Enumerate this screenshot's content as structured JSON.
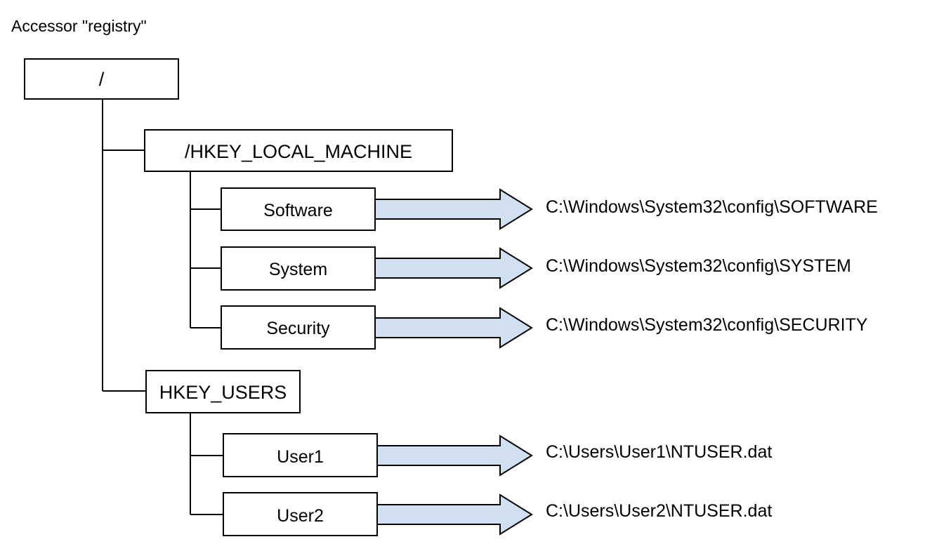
{
  "diagram": {
    "title": "Accessor \"registry\"",
    "root": {
      "label": "/"
    },
    "branches": [
      {
        "label": "/HKEY_LOCAL_MACHINE",
        "children": [
          {
            "label": "Software",
            "mapping": "C:\\Windows\\System32\\config\\SOFTWARE",
            "arrow": "block-arrow-right"
          },
          {
            "label": "System",
            "mapping": "C:\\Windows\\System32\\config\\SYSTEM",
            "arrow": "block-arrow-right"
          },
          {
            "label": "Security",
            "mapping": "C:\\Windows\\System32\\config\\SECURITY",
            "arrow": "block-arrow-right"
          }
        ]
      },
      {
        "label": "HKEY_USERS",
        "children": [
          {
            "label": "User1",
            "mapping": "C:\\Users\\User1\\NTUSER.dat",
            "arrow": "block-arrow-right"
          },
          {
            "label": "User2",
            "mapping": "C:\\Users\\User2\\NTUSER.dat",
            "arrow": "block-arrow-right"
          }
        ]
      }
    ],
    "colors": {
      "arrow_fill": "#d0e0f0",
      "stroke": "#000000",
      "box_fill": "#ffffff",
      "background": "#ffffff",
      "text": "#000000"
    }
  }
}
